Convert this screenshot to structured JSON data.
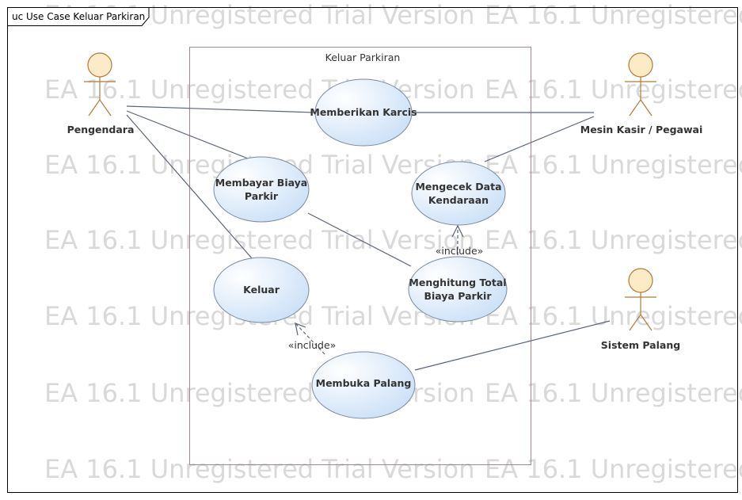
{
  "frame": {
    "label": "uc Use Case Keluar Parkiran"
  },
  "watermark": "EA 16.1 Unregistered Trial Version",
  "boundary": {
    "title": "Keluar Parkiran"
  },
  "actors": {
    "pengendara": "Pengendara",
    "mesin_kasir": "Mesin Kasir / Pegawai",
    "sistem_palang": "Sistem Palang"
  },
  "use_cases": {
    "memberikan_karcis": [
      "Memberikan Karcis"
    ],
    "membayar_biaya": [
      "Membayar Biaya",
      "Parkir"
    ],
    "mengecek_data": [
      "Mengecek Data",
      "Kendaraan"
    ],
    "keluar": [
      "Keluar"
    ],
    "menghitung_total": [
      "Menghitung Total",
      "Biaya Parkir"
    ],
    "membuka_palang": [
      "Membuka Palang"
    ]
  },
  "relations": {
    "include_1": "«include»",
    "include_2": "«include»"
  },
  "colors": {
    "line": "#5a6478",
    "boundary": "#9c8a8a",
    "actor_fill": "#fdebc8",
    "actor_stroke": "#b07a3a",
    "usecase_fill_light": "#ffffff",
    "usecase_fill_dark": "#c4dcf6",
    "usecase_stroke": "#7a8a9e"
  }
}
